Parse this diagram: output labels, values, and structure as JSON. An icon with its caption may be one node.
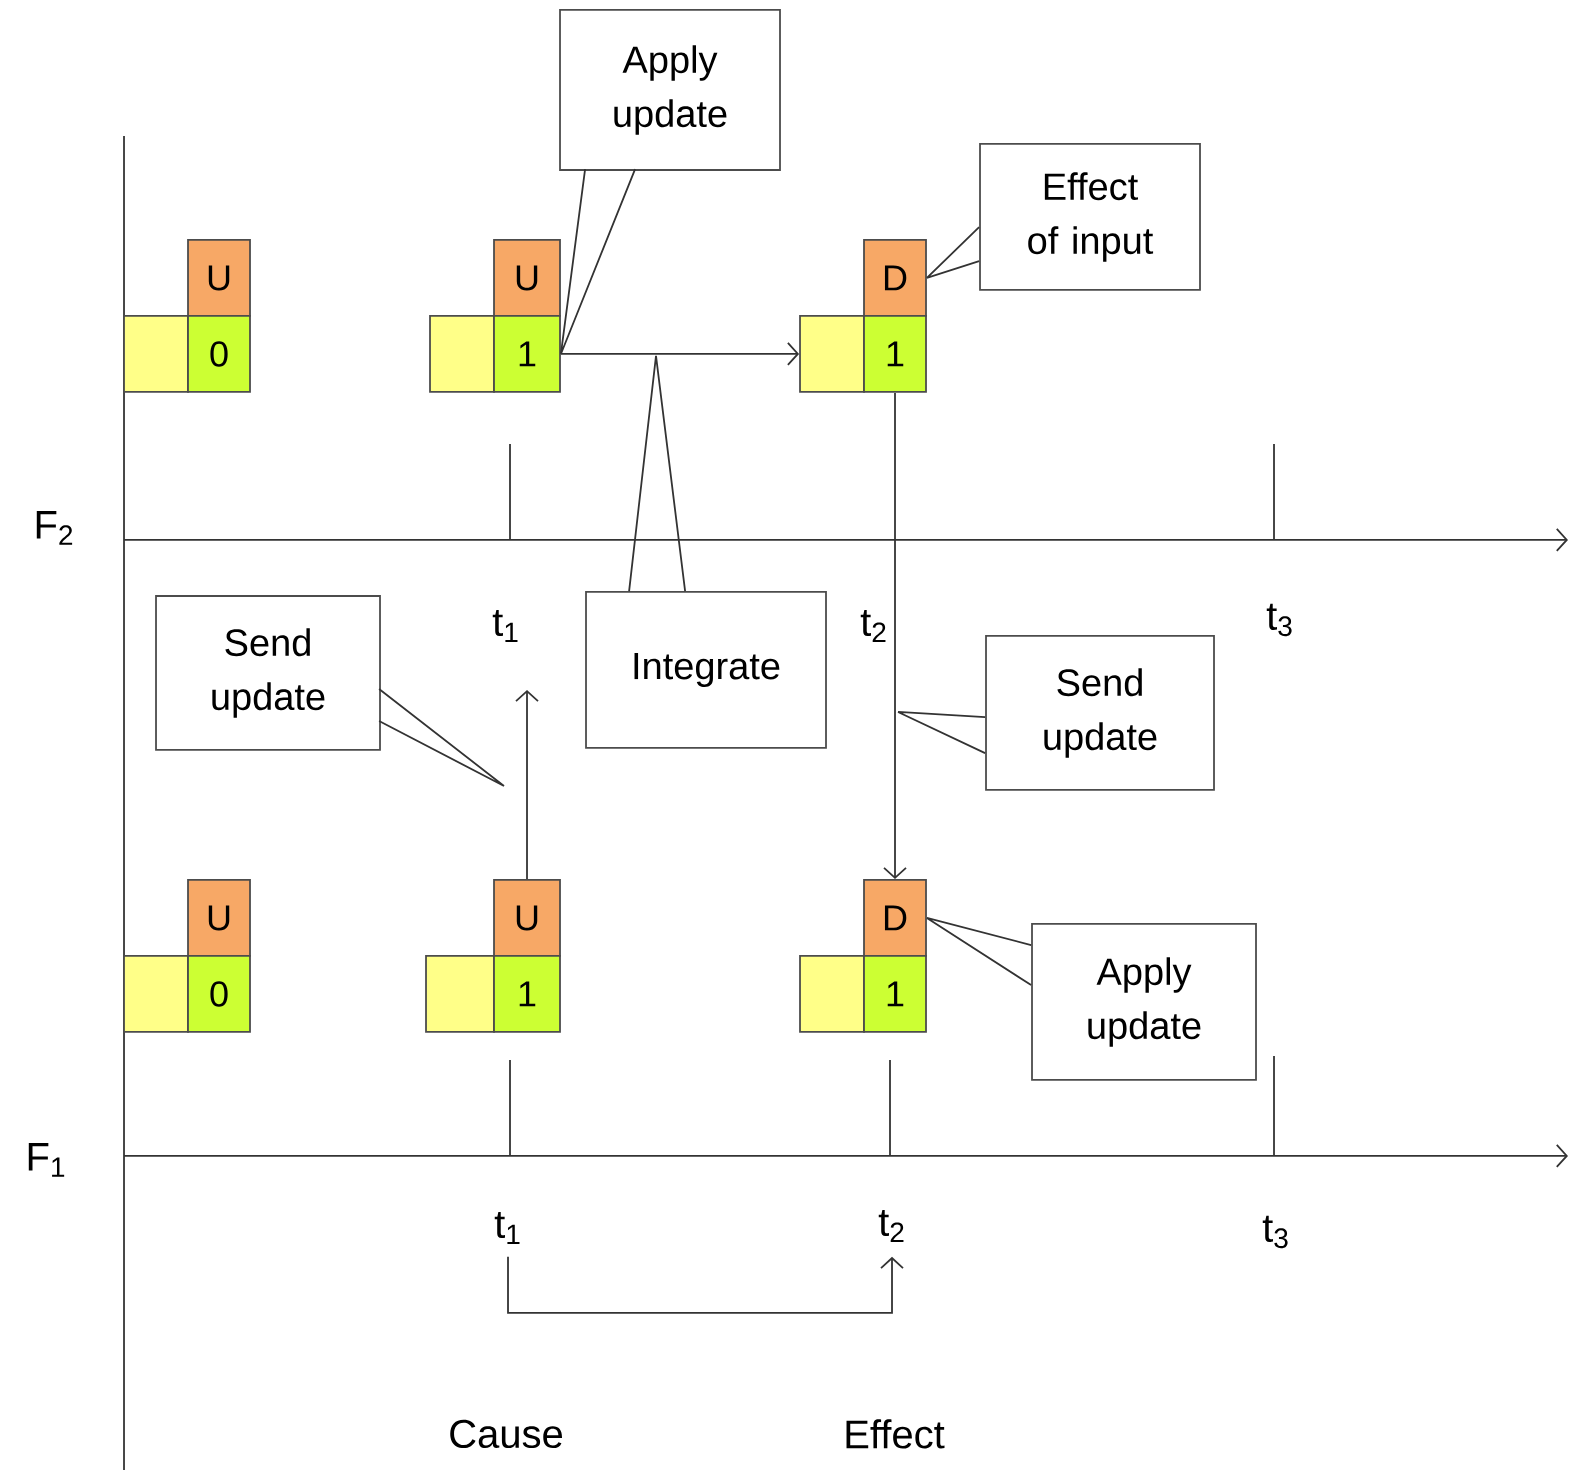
{
  "diagram": {
    "nodes": [
      {
        "text": [
          "Apply update"
        ]
      },
      {
        "text": [
          "Effect of input"
        ]
      },
      {
        "text": [
          "U"
        ]
      },
      {
        "text": [],
        "shape": "box"
      },
      {
        "text": [
          "0"
        ]
      },
      {
        "text": [
          "U"
        ]
      },
      {
        "text": [],
        "shape": "box"
      },
      {
        "text": [
          "1"
        ]
      },
      {
        "text": [
          "D"
        ]
      },
      {
        "text": [],
        "shape": "box"
      },
      {
        "text": [
          "1"
        ]
      },
      {
        "text": [
          "Integrate"
        ]
      },
      {
        "text": [
          "Send update"
        ]
      },
      {
        "text": [
          "Send update"
        ]
      },
      {
        "text": [
          "U"
        ]
      },
      {
        "text": [],
        "shape": "box"
      },
      {
        "text": [
          "0"
        ]
      },
      {
        "text": [
          "U"
        ]
      },
      {
        "text": [],
        "shape": "box"
      },
      {
        "text": [
          "1"
        ]
      },
      {
        "text": [
          "D"
        ]
      },
      {
        "text": [],
        "shape": "box"
      },
      {
        "text": [
          "1"
        ]
      },
      {
        "text": [
          "Apply update"
        ]
      },
      {
        "text": [
          "t$_{1}$"
        ]
      },
      {
        "text": [
          "t$_{2}$"
        ]
      }
    ],
    "edges": [
      {
        "from": 7,
        "to": 9,
        "arrow": "to"
      },
      {
        "from": 10,
        "to": 20,
        "arrow": "to"
      },
      {
        "from": 17,
        "to": null,
        "arrow": "to"
      },
      {
        "from": 24,
        "to": 25,
        "arrow": "to"
      },
      {
        "from": 0,
        "to": 7,
        "arrow": "none"
      },
      {
        "from": 1,
        "to": 8,
        "arrow": "none"
      },
      {
        "from": 11,
        "to": null,
        "arrow": "none"
      },
      {
        "from": 12,
        "to": null,
        "arrow": "none"
      },
      {
        "from": 13,
        "to": null,
        "arrow": "none"
      },
      {
        "from": 23,
        "to": 20,
        "arrow": "none"
      }
    ],
    "labels": [
      "F$_{2}$",
      "t$_{1}$",
      "t$_{2}$",
      "t$_{3}$",
      "F$_{1}$",
      "t$_{3}$",
      "Cause",
      "Effect"
    ]
  }
}
